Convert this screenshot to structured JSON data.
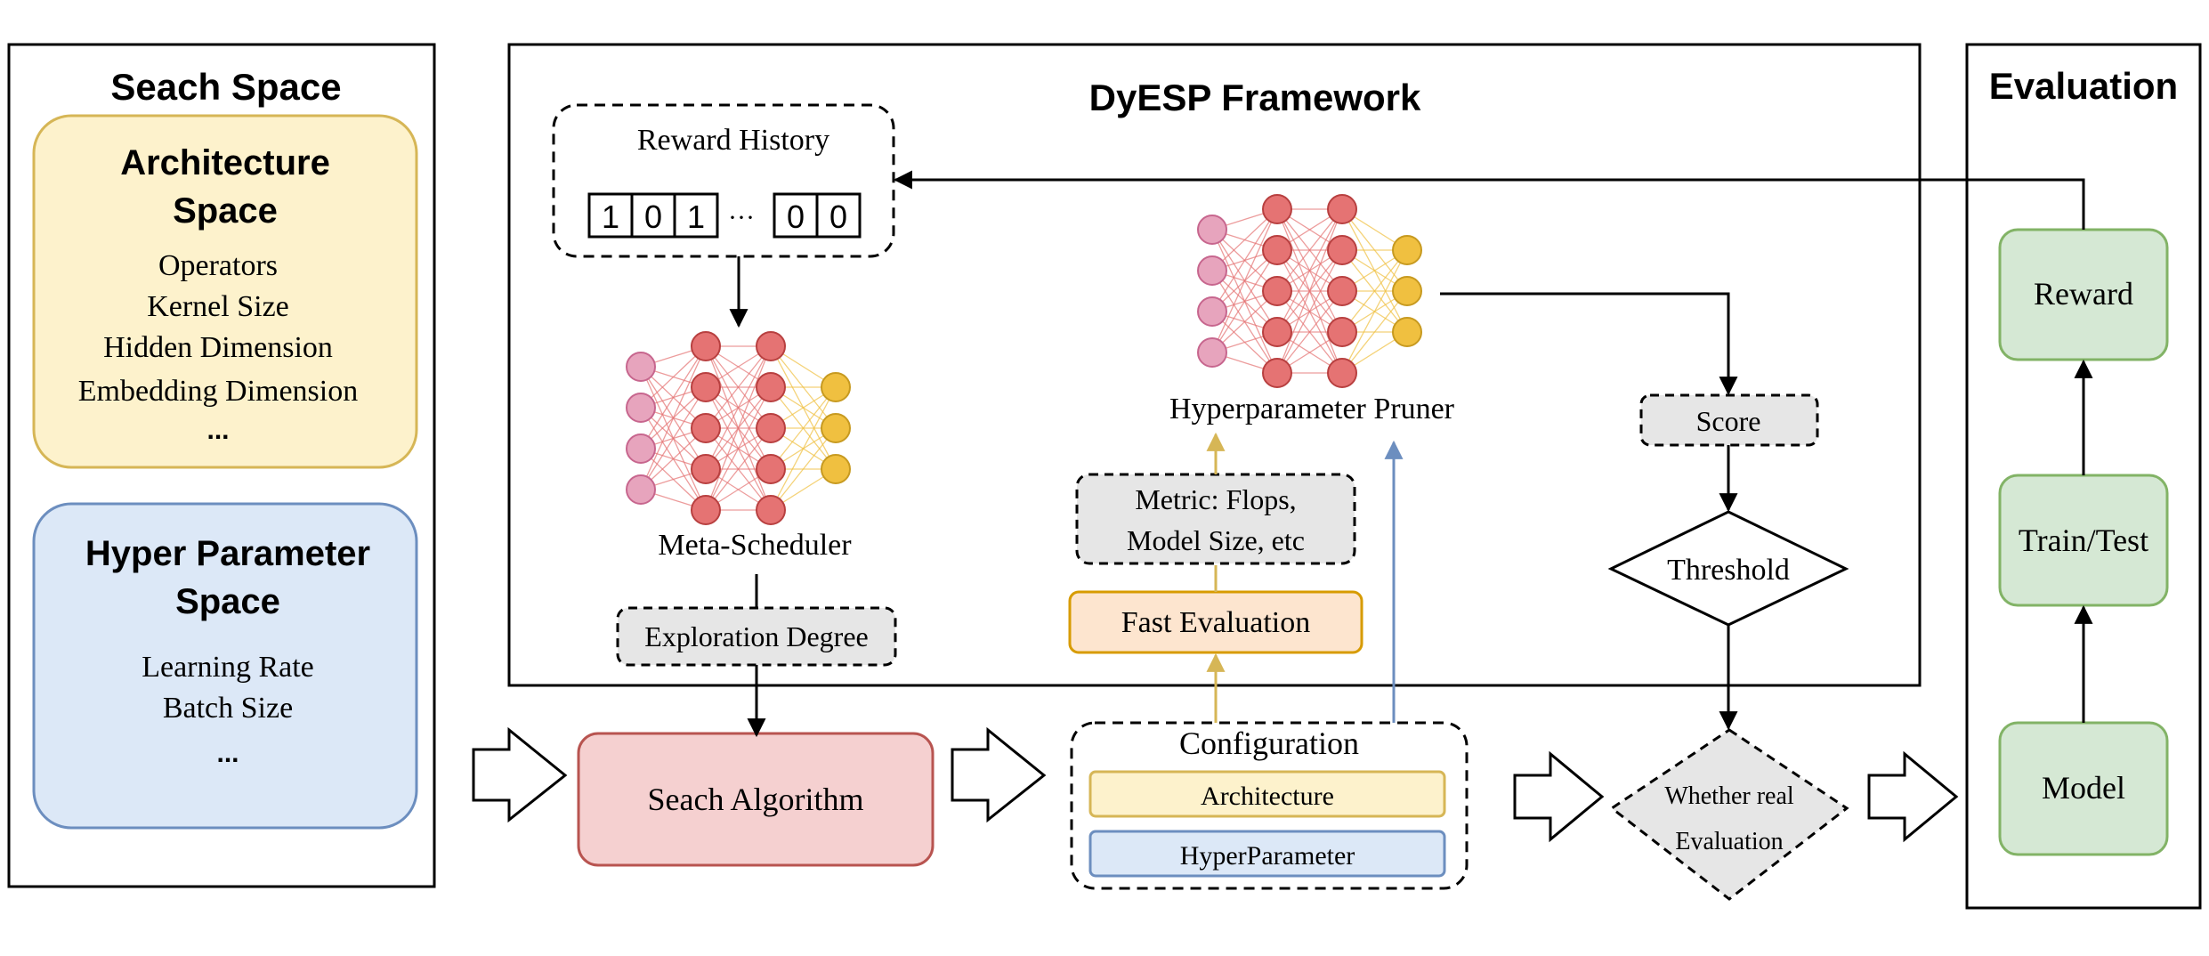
{
  "search_space": {
    "title": "Seach Space",
    "architecture": {
      "title_line1": "Architecture",
      "title_line2": "Space",
      "items": [
        "Operators",
        "Kernel Size",
        "Hidden Dimension",
        "Embedding Dimension",
        "..."
      ],
      "fill": "#fdf2cc",
      "stroke": "#d6b656"
    },
    "hyper": {
      "title_line1": "Hyper Parameter",
      "title_line2": "Space",
      "items": [
        "Learning Rate",
        "Batch Size",
        "..."
      ],
      "fill": "#dce8f7",
      "stroke": "#6c8ebf"
    }
  },
  "framework": {
    "title": "DyESP Framework",
    "reward_history": {
      "title": "Reward History",
      "bits_left": [
        "1",
        "0",
        "1"
      ],
      "ellipsis": "···",
      "bits_right": [
        "0",
        "0"
      ]
    },
    "meta_scheduler": {
      "label": "Meta-Scheduler"
    },
    "exploration_degree": {
      "label": "Exploration Degree"
    },
    "pruner": {
      "label": "Hyperparameter Pruner"
    },
    "metric": {
      "line1": "Metric: Flops,",
      "line2": "Model Size, etc"
    },
    "fast_evaluation": {
      "label": "Fast Evaluation",
      "fill": "#fde5cf",
      "stroke": "#d79b00"
    },
    "score": {
      "label": "Score"
    },
    "threshold": {
      "label": "Threshold"
    }
  },
  "pipeline": {
    "search_algorithm": {
      "label": "Seach Algorithm",
      "fill": "#f5d0d0",
      "stroke": "#b85450"
    },
    "configuration": {
      "title": "Configuration",
      "architecture_label": "Architecture",
      "hyperparameter_label": "HyperParameter"
    },
    "decision": {
      "line1": "Whether real",
      "line2": "Evaluation"
    }
  },
  "evaluation": {
    "title": "Evaluation",
    "reward": "Reward",
    "train_test": "Train/Test",
    "model": "Model",
    "fill": "#d5e8d4",
    "stroke": "#82b366"
  },
  "colors": {
    "input_node": "#e7a4bd",
    "hidden_node": "#e57373",
    "output_node": "#f0c040",
    "arrow_yellow": "#d6b656",
    "arrow_blue": "#6c8ebf",
    "dashed_fill": "#e6e6e6"
  }
}
